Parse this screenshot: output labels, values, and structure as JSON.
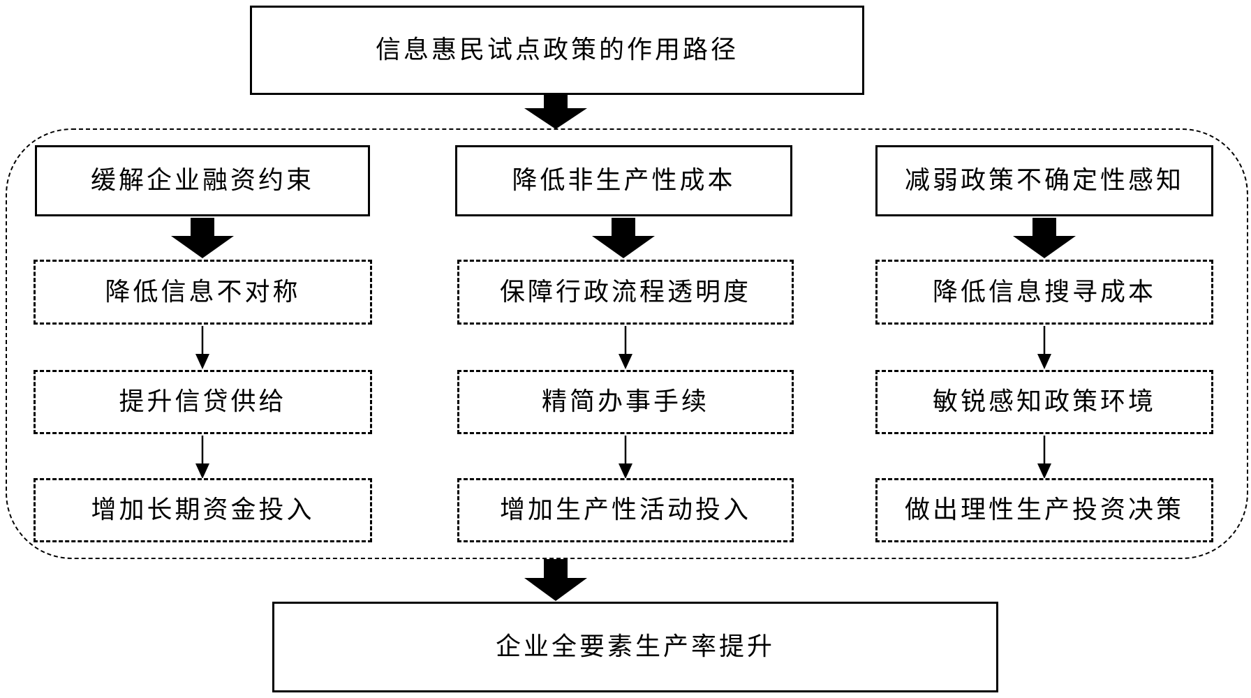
{
  "diagram": {
    "title": "信息惠民试点政策的作用路径",
    "outcome": "企业全要素生产率提升",
    "columns": [
      {
        "header": "缓解企业融资约束",
        "steps": [
          "降低信息不对称",
          "提升信贷供给",
          "增加长期资金投入"
        ]
      },
      {
        "header": "降低非生产性成本",
        "steps": [
          "保障行政流程透明度",
          "精简办事手续",
          "增加生产性活动投入"
        ]
      },
      {
        "header": "减弱政策不确定性感知",
        "steps": [
          "降低信息搜寻成本",
          "敏锐感知政策环境",
          "做出理性生产投资决策"
        ]
      }
    ],
    "colors": {
      "line": "#000000",
      "background": "#ffffff"
    }
  }
}
